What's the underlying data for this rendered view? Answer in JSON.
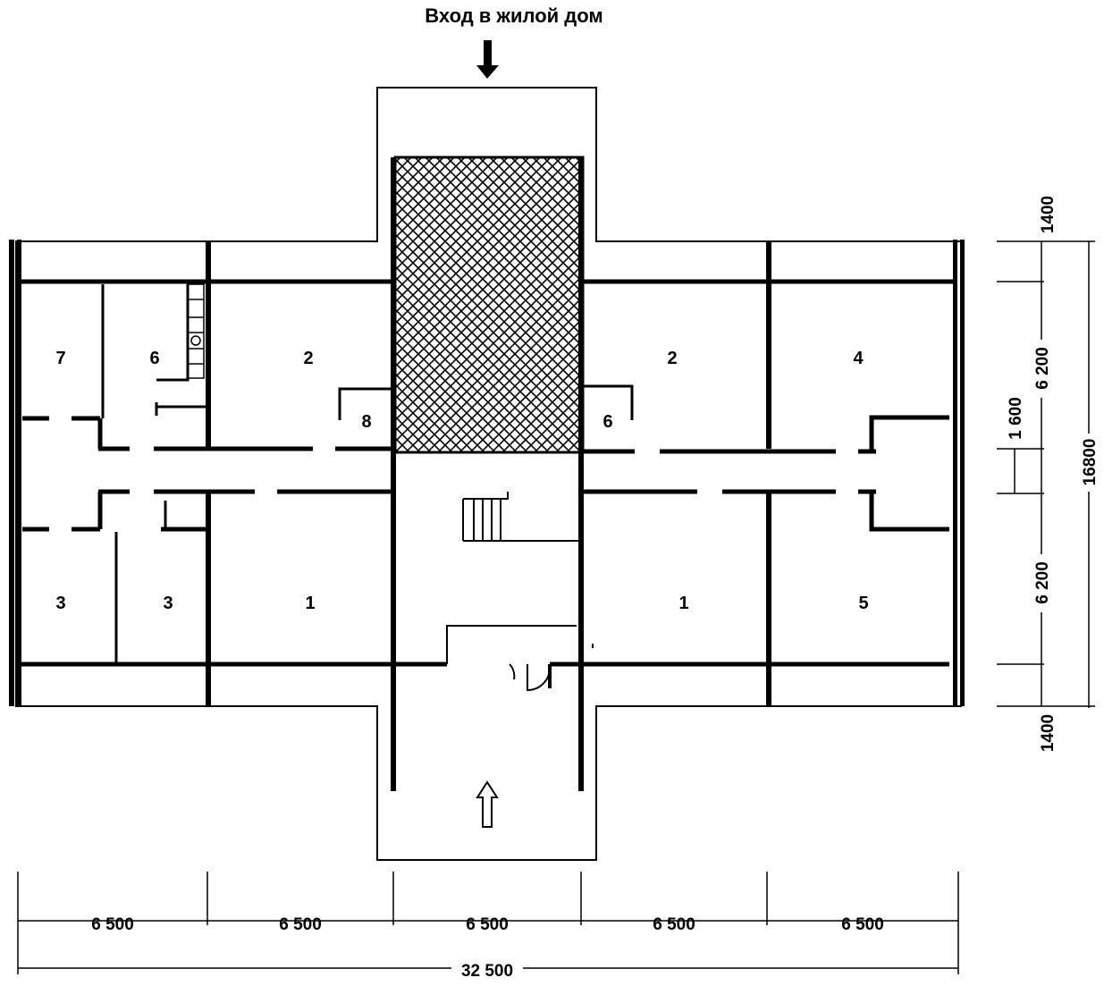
{
  "title": "Вход в жилой дом",
  "rooms": {
    "left_top": [
      "7",
      "6",
      "2",
      "8"
    ],
    "right_top": [
      "6",
      "2",
      "4"
    ],
    "left_bottom": [
      "3",
      "3",
      "1"
    ],
    "right_bottom": [
      "1",
      "5"
    ]
  },
  "dimensions": {
    "horizontal": [
      "6 500",
      "6 500",
      "6 500",
      "6 500",
      "6 500"
    ],
    "total_horizontal": "32 500",
    "vertical": [
      "1400",
      "6 200",
      "1 600",
      "6 200",
      "1400"
    ],
    "total_vertical": "16800"
  }
}
